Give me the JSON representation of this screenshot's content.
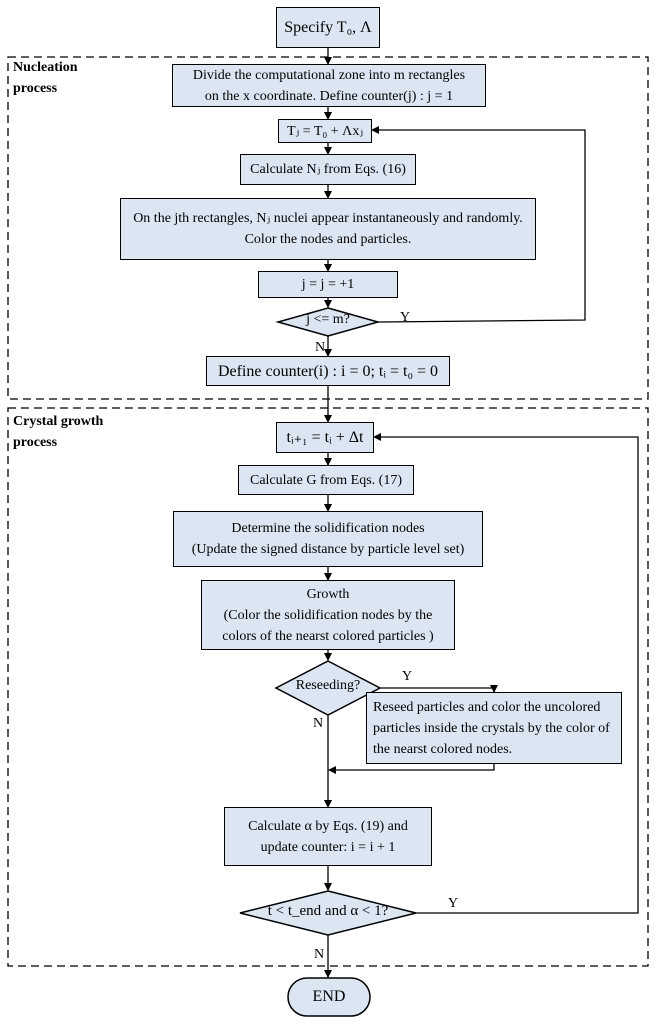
{
  "regions": {
    "nucleation_label_1": "Nucleation",
    "nucleation_label_2": "process",
    "growth_label_1": "Crystal growth",
    "growth_label_2": "process"
  },
  "steps": {
    "specify": "Specify T₀, Λ",
    "divide_1": "Divide the computational zone into m rectangles",
    "divide_2": "on the x coordinate. Define counter(j) : j = 1",
    "tj": "Tⱼ = T₀ + Λxⱼ",
    "calc_nj": "Calculate Nⱼ from Eqs. (16)",
    "nuclei_1": "On the jth rectangles, Nⱼ nuclei appear instantaneously and randomly.",
    "nuclei_2": "Color the nodes and particles.",
    "jinc": "j = j = +1",
    "jcond": "j <= m?",
    "define_i": "Define counter(i) : i = 0; tᵢ = t₀ = 0",
    "ti1": "tᵢ₊₁ = tᵢ + Δt",
    "calc_g": "Calculate G from Eqs. (17)",
    "det_1": "Determine the solidification nodes",
    "det_2": "(Update the signed distance by particle level set)",
    "growth_1": "Growth",
    "growth_2": "(Color the solidification nodes by the",
    "growth_3": "colors of the nearst colored particles )",
    "reseed_q": "Reseeding?",
    "reseed_1": "Reseed particles and color the uncolored",
    "reseed_2": "particles inside the crystals by the color of",
    "reseed_3": "the nearst colored nodes.",
    "alpha_1": "Calculate α by Eqs. (19) and",
    "alpha_2": "update counter: i = i + 1",
    "final_q": "t < t_end and α < 1?",
    "end": "END"
  },
  "branch_labels": {
    "j_yes": "Y",
    "j_no": "N",
    "reseed_yes": "Y",
    "reseed_no": "N",
    "final_yes": "Y",
    "final_no": "N"
  },
  "colors": {
    "box_fill": "#dce6f2",
    "stroke": "#000000"
  }
}
